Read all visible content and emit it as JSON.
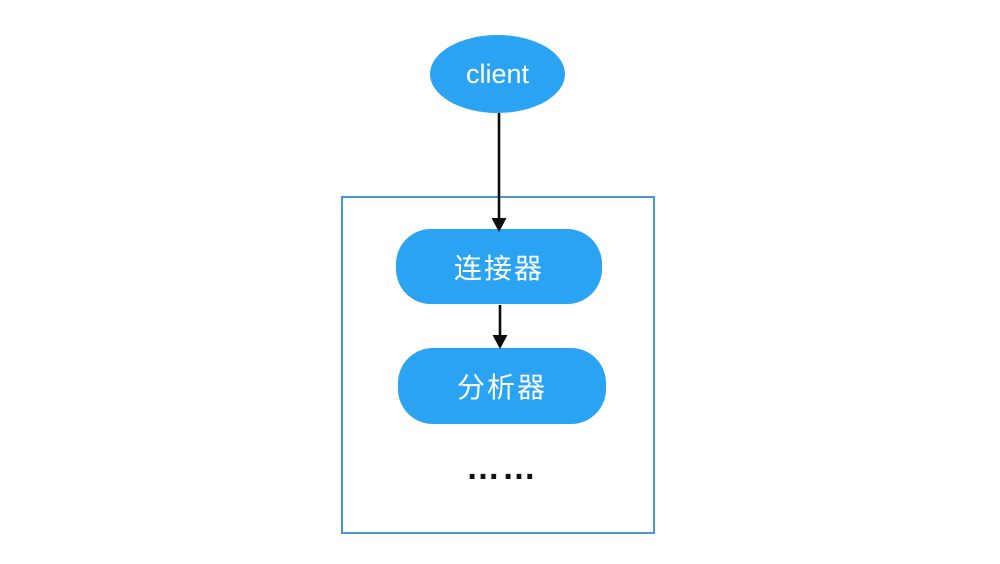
{
  "diagram": {
    "client_label": "client",
    "connector_label": "连接器",
    "analyzer_label": "分析器",
    "ellipsis": "……",
    "colors": {
      "node_fill": "#29A3F2",
      "container_border": "#4598D2",
      "arrow_color": "#0d0d0d",
      "node_text": "#ffffff",
      "dots_color": "#111111"
    }
  }
}
